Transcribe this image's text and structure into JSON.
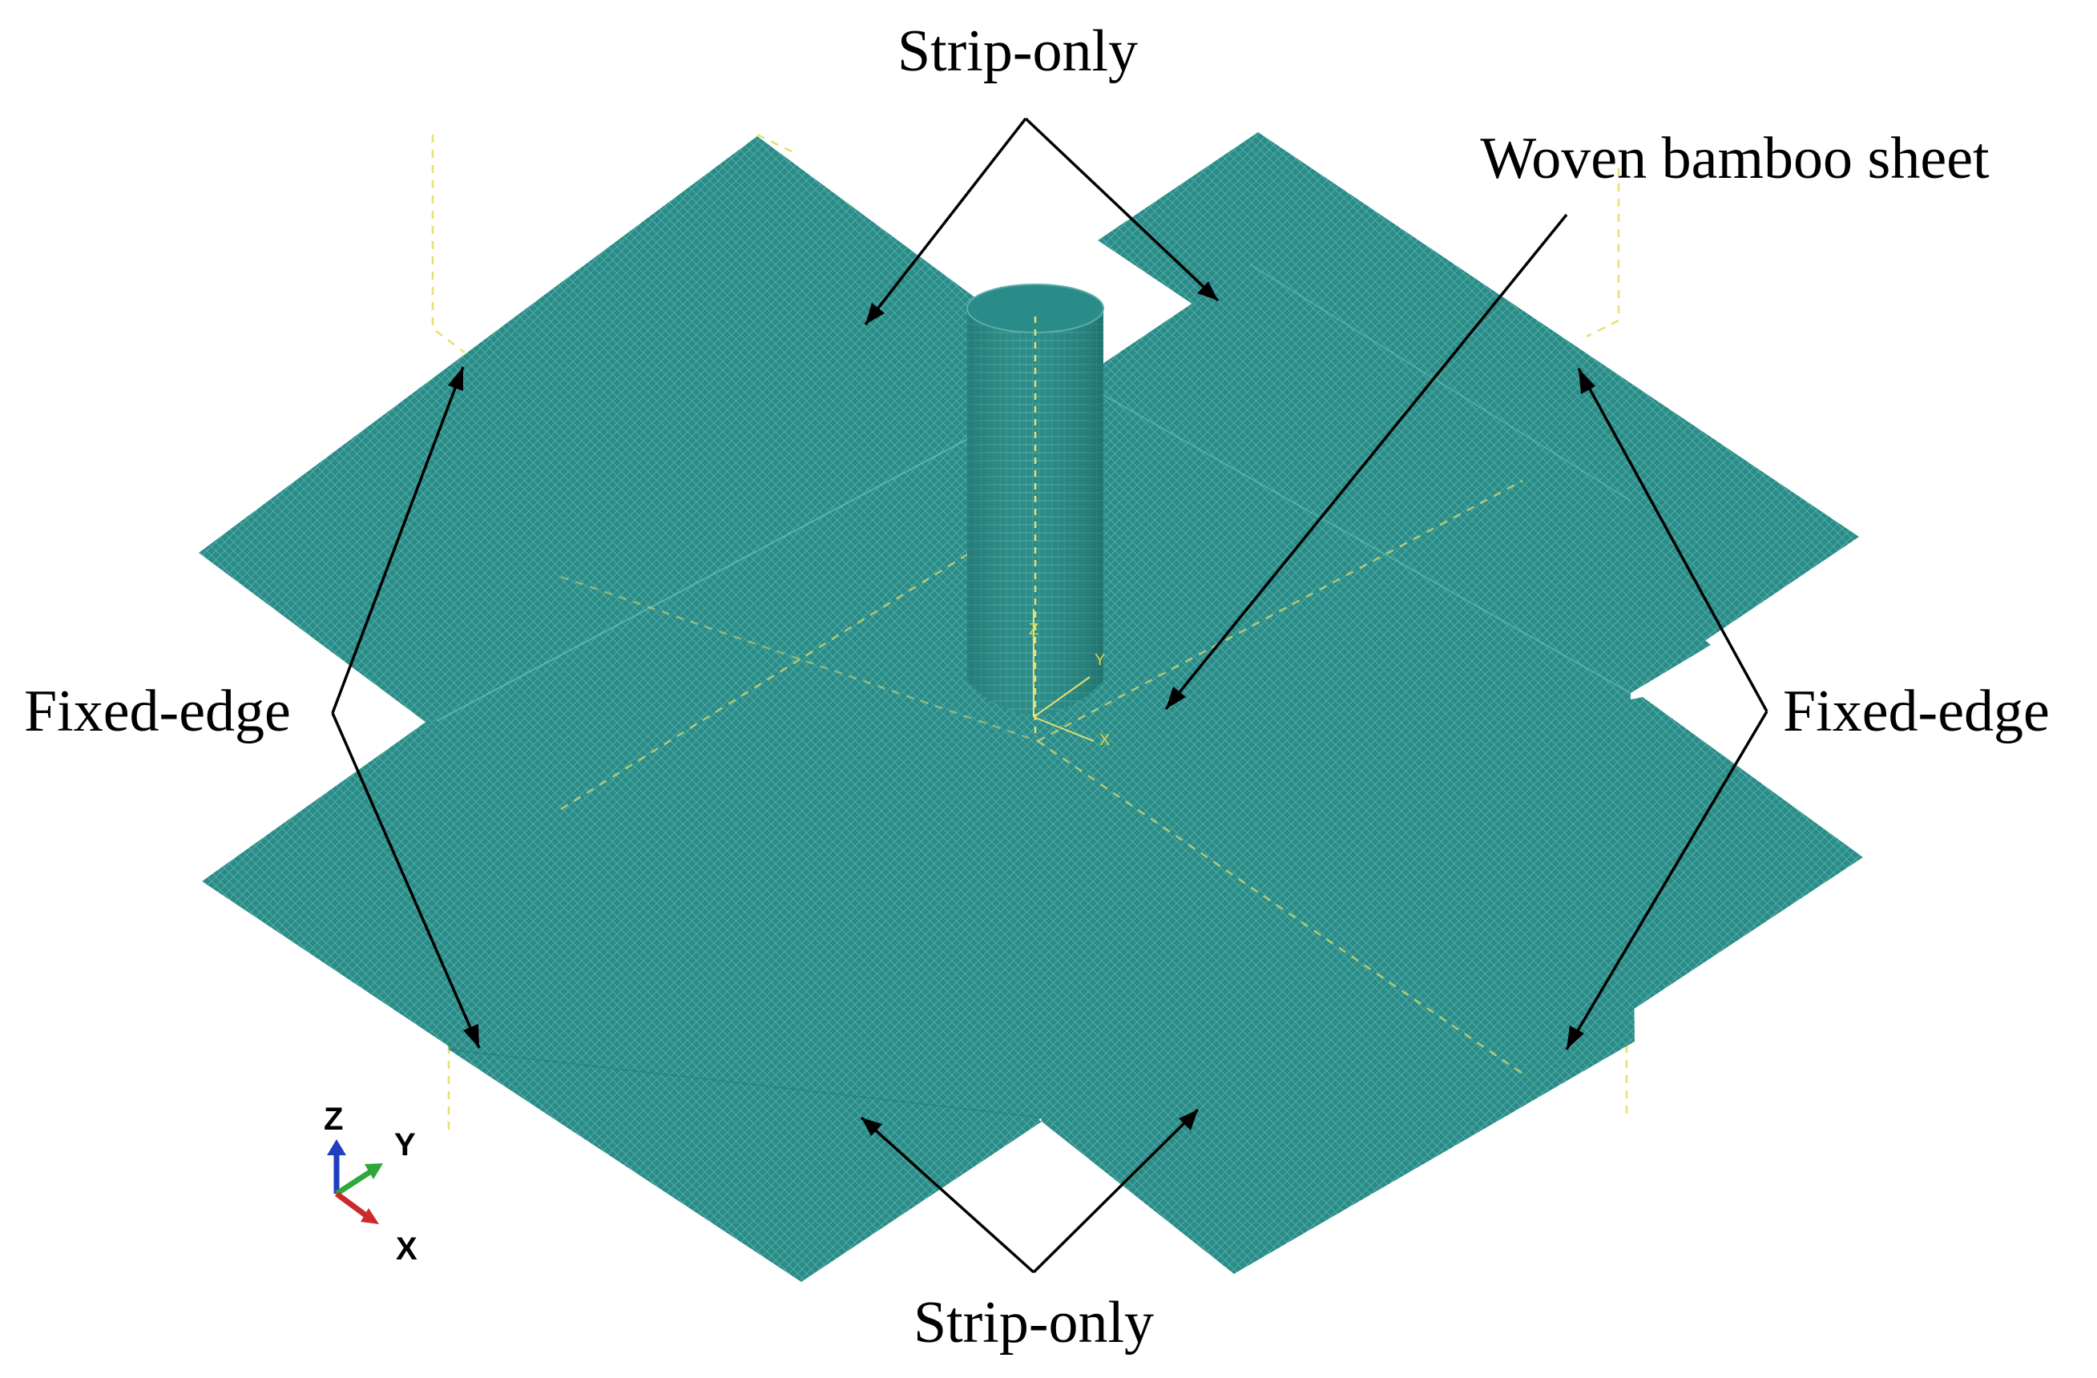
{
  "labels": {
    "strip_only_top": "Strip-only",
    "strip_only_bottom": "Strip-only",
    "woven_bamboo_sheet": "Woven bamboo sheet",
    "fixed_edge_left": "Fixed-edge",
    "fixed_edge_right": "Fixed-edge"
  },
  "triad": {
    "z": "Z",
    "y": "Y",
    "x": "X"
  },
  "center_triad": {
    "z": "Z",
    "y": "Y",
    "x": "X"
  },
  "colors": {
    "mesh": "#2a8c88",
    "mesh_line": "#5fb8b2",
    "guide": "#e8e070",
    "z_axis": "#1f3fbf",
    "y_axis": "#2fa83a",
    "x_axis": "#cc2a2a"
  },
  "icons": [
    "triad-icon"
  ]
}
